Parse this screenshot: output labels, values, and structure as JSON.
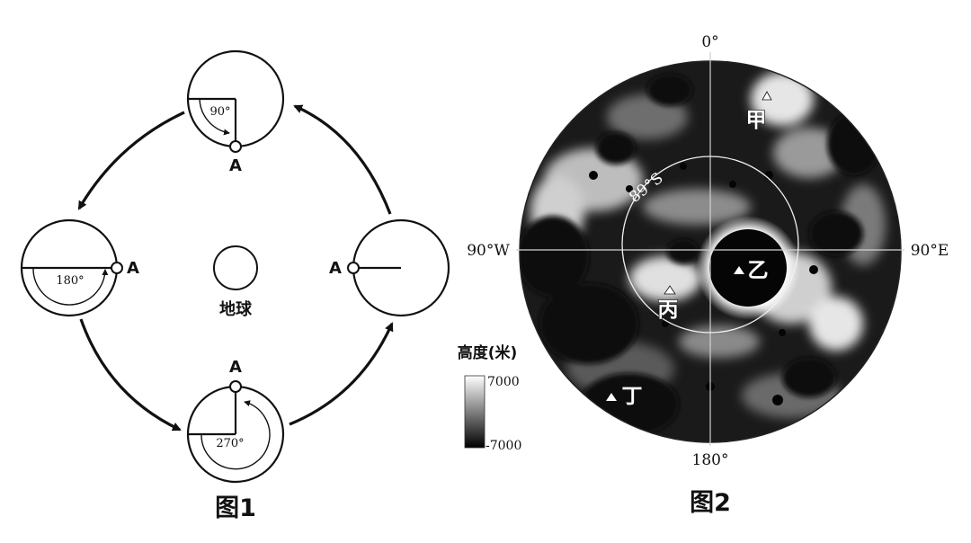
{
  "figure1": {
    "caption": "图1",
    "earth_label": "地球",
    "point_label": "A",
    "angles": {
      "top": "90°",
      "left": "180°",
      "bottom": "270°"
    }
  },
  "figure2": {
    "caption": "图2",
    "longitude_labels": {
      "top": "0°",
      "bottom": "180°",
      "left": "90°W",
      "right": "90°E"
    },
    "latitude_label": "89°S",
    "sites": {
      "jia": "甲",
      "yi": "乙",
      "bing": "丙",
      "ding": "丁"
    },
    "legend": {
      "title": "高度(米)",
      "max": "7000",
      "min": "-7000"
    }
  },
  "colors": {
    "ink": "#111111",
    "paper": "#ffffff",
    "surface_dark": "#141414",
    "surface_light": "#e8e8e8"
  }
}
